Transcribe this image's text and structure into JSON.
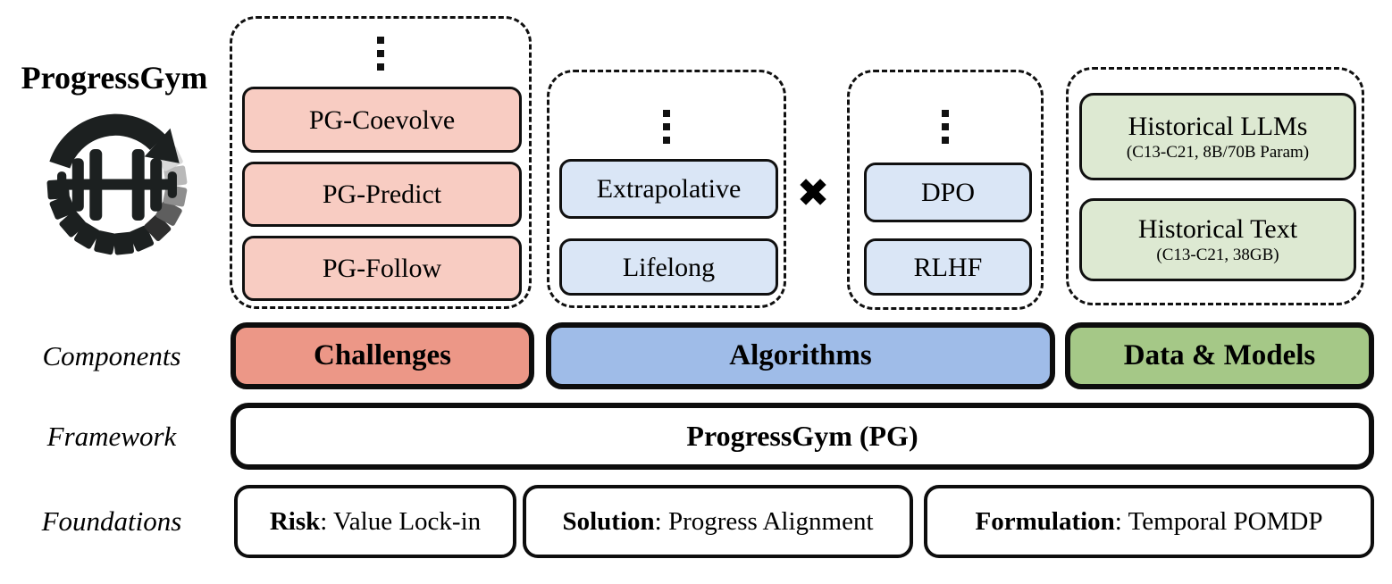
{
  "brand": {
    "title": "ProgressGym"
  },
  "icons": {
    "logo": "circular-progress-arrow-with-dumbbell",
    "ellipsis": "⋮",
    "cross": "✖"
  },
  "cross": "✖",
  "challenges_group": {
    "items": [
      "PG-Coevolve",
      "PG-Predict",
      "PG-Follow"
    ]
  },
  "algorithm_paradigms": {
    "items": [
      "Extrapolative",
      "Lifelong"
    ]
  },
  "algorithm_methods": {
    "items": [
      "DPO",
      "RLHF"
    ]
  },
  "data_models_group": {
    "items": [
      {
        "title": "Historical LLMs",
        "subtitle": "(C13-C21, 8B/70B Param)"
      },
      {
        "title": "Historical Text",
        "subtitle": "(C13-C21, 38GB)"
      }
    ]
  },
  "components_row": {
    "label": "Components",
    "bars": [
      {
        "label": "Challenges",
        "color": "#EC9787"
      },
      {
        "label": "Algorithms",
        "color": "#9FBCE8"
      },
      {
        "label": "Data & Models",
        "color": "#A5C887"
      }
    ]
  },
  "framework_row": {
    "label": "Framework",
    "bar": "ProgressGym (PG)"
  },
  "foundations_row": {
    "label": "Foundations",
    "items": [
      {
        "keyword": "Risk",
        "rest": ": Value Lock-in"
      },
      {
        "keyword": "Solution",
        "rest": ": Progress Alignment"
      },
      {
        "keyword": "Formulation",
        "rest": ": Temporal POMDP"
      }
    ]
  },
  "colors": {
    "pink_chip": "#F8CCC2",
    "blue_chip": "#DAE6F6",
    "green_chip": "#DDE9D2",
    "challenges_bar": "#EC9787",
    "algorithms_bar": "#9FBCE8",
    "data_models_bar": "#A5C887",
    "outline": "#111111"
  }
}
